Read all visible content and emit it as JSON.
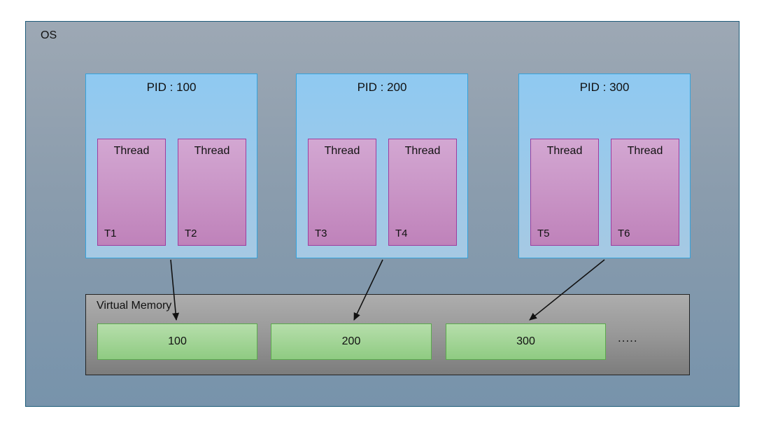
{
  "os": {
    "label": "OS"
  },
  "processes": [
    {
      "pid_label": "PID : 100",
      "threads": [
        {
          "title": "Thread",
          "id": "T1"
        },
        {
          "title": "Thread",
          "id": "T2"
        }
      ]
    },
    {
      "pid_label": "PID : 200",
      "threads": [
        {
          "title": "Thread",
          "id": "T3"
        },
        {
          "title": "Thread",
          "id": "T4"
        }
      ]
    },
    {
      "pid_label": "PID : 300",
      "threads": [
        {
          "title": "Thread",
          "id": "T5"
        },
        {
          "title": "Thread",
          "id": "T6"
        }
      ]
    }
  ],
  "virtual_memory": {
    "label": "Virtual Memory",
    "blocks": [
      {
        "value": "100"
      },
      {
        "value": "200"
      },
      {
        "value": "300"
      }
    ],
    "ellipsis": "....."
  },
  "connections": [
    {
      "from": "PID : 100",
      "to": "100"
    },
    {
      "from": "PID : 200",
      "to": "200"
    },
    {
      "from": "PID : 300",
      "to": "300"
    }
  ],
  "colors": {
    "os_fill_top": "#9DA8B4",
    "os_fill_bottom": "#7793AB",
    "os_border": "#1E5C7A",
    "process_fill_top": "#8FC9F1",
    "process_fill_bottom": "#A6C9E3",
    "process_border": "#35A3DC",
    "thread_fill_top": "#D3A7D2",
    "thread_fill_bottom": "#BF82BA",
    "thread_border": "#9E3D9E",
    "memory_fill_top": "#ADADAD",
    "memory_fill_bottom": "#7C7C7C",
    "memory_border": "#222222",
    "block_fill_top": "#B6DEAB",
    "block_fill_bottom": "#8FCB82",
    "block_border": "#5BA84D",
    "arrow": "#111111"
  }
}
